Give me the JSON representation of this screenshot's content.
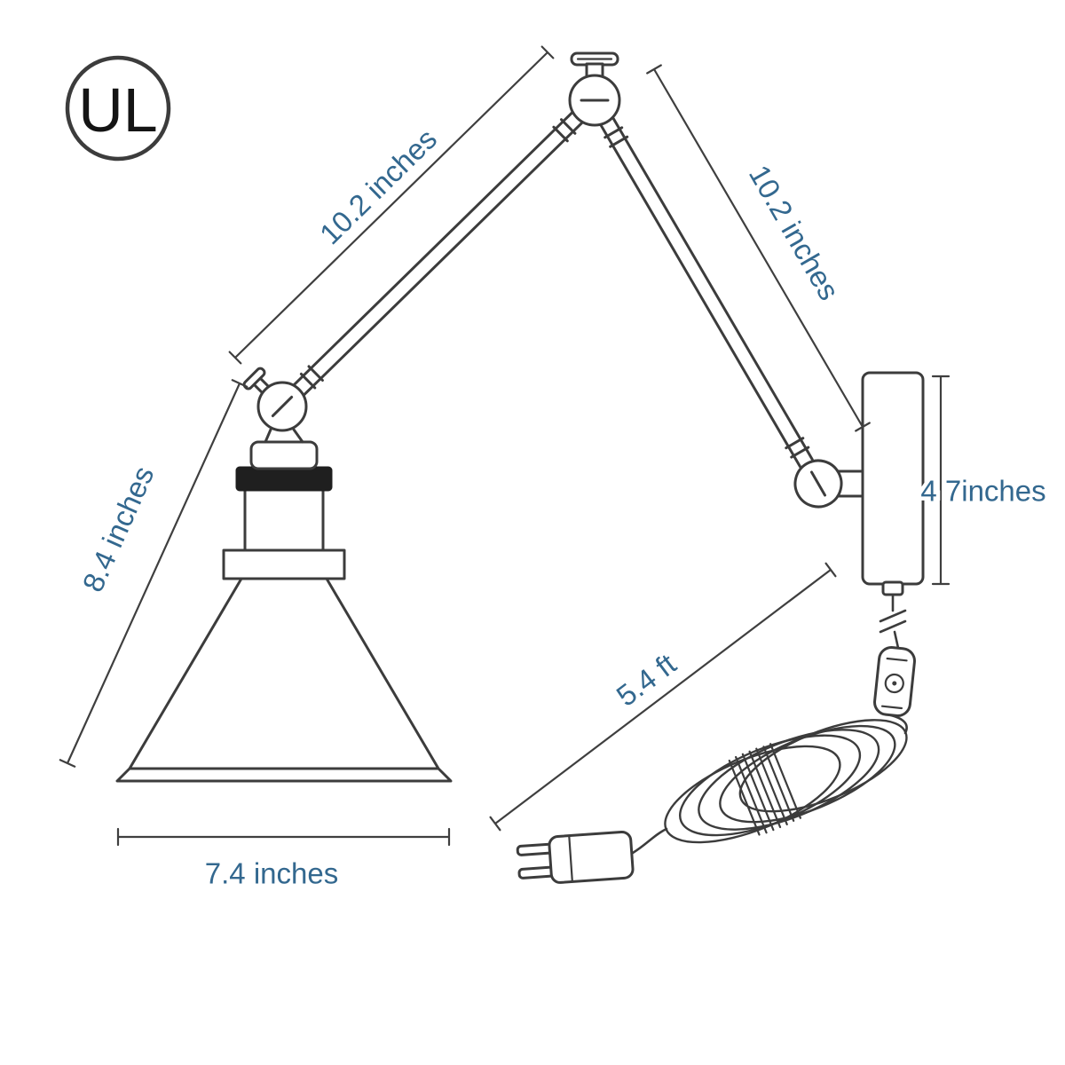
{
  "logo": {
    "text": "UL"
  },
  "dimensions": {
    "arm_upper": "10.2 inches",
    "arm_lower": "10.2 inches",
    "lamp_height": "8.4 inches",
    "shade_width": "7.4 inches",
    "backplate_height": "4 7inches",
    "cord_length": "5.4 ft"
  },
  "colors": {
    "line": "#3c3c3c",
    "label": "#33688f",
    "background": "#ffffff"
  }
}
